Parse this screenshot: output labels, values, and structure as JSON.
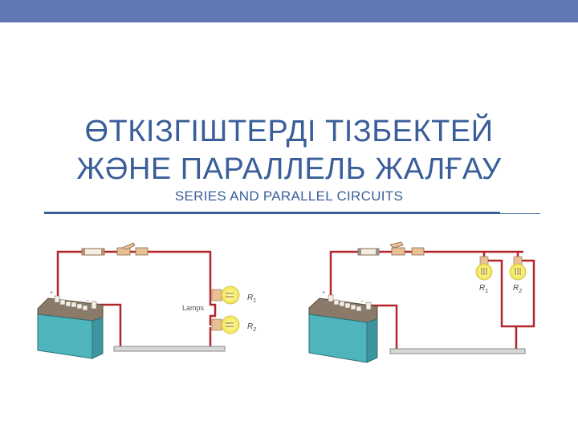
{
  "slide": {
    "title_line1": "ӨТКІЗГІШТЕРДІ ТІЗБЕКТЕЙ",
    "title_line2": "ЖӘНЕ ПАРАЛЛЕЛЬ ЖАЛҒАУ",
    "subtitle": "SERIES  AND PARALLEL CIRCUITS",
    "accent_color": "#3a5e9a",
    "bar_color": "#6079b6"
  },
  "series_diagram": {
    "lamps_label": "Lamps",
    "r1": "R",
    "r1_sub": "1",
    "r2": "R",
    "r2_sub": "2",
    "plus": "+",
    "minus": "−"
  },
  "parallel_diagram": {
    "r1": "R",
    "r1_sub": "1",
    "r2": "R",
    "r2_sub": "2",
    "plus": "+",
    "minus": "−"
  }
}
